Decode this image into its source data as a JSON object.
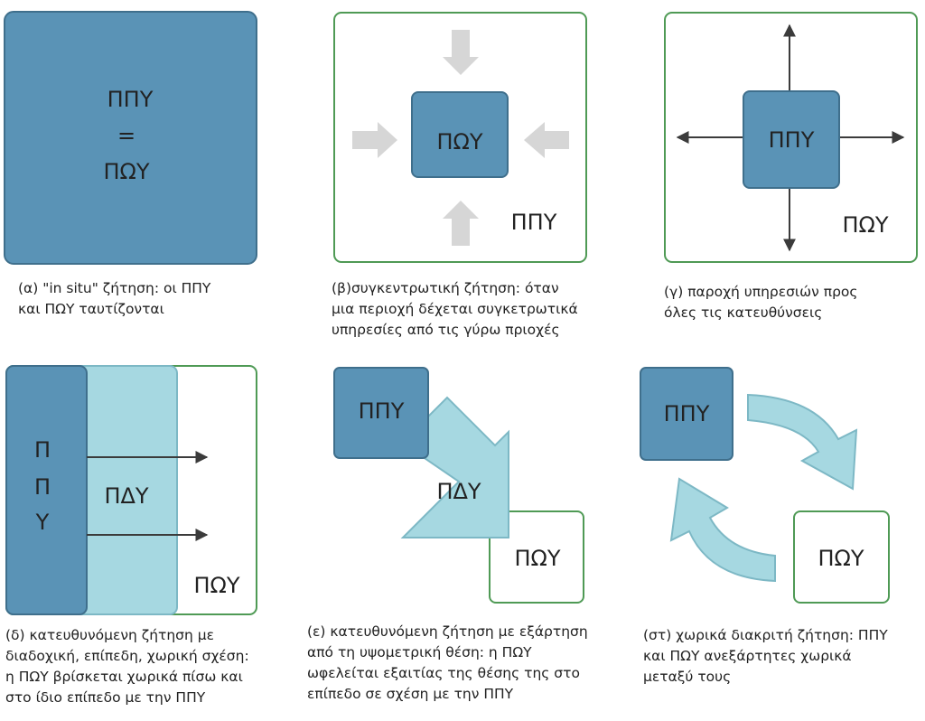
{
  "colors": {
    "dark_blue": "#5a93b6",
    "dark_blue_stroke": "#3f6f8c",
    "light_blue": "#a6d8e1",
    "light_blue_stroke": "#7db8c5",
    "frame_green": "#4f9a55",
    "gray_arrow": "#d6d6d6",
    "dark_arrow": "#3b3b3b"
  },
  "panels": {
    "a": {
      "label_top": "ΠΠΥ",
      "label_mid": "=",
      "label_bottom": "ΠΩΥ",
      "caption": "(α) \"in situ\" ζήτηση: οι ΠΠΥ\nκαι ΠΩΥ ταυτίζονται"
    },
    "b": {
      "inner_label": "ΠΩΥ",
      "outer_label": "ΠΠΥ",
      "caption": "(β)συγκεντρωτική ζήτηση: όταν\nμια περιοχή δέχεται συγκετρωτικά\nυπηρεσίες από τις γύρω πριοχές"
    },
    "c": {
      "inner_label": "ΠΠΥ",
      "outer_label": "ΠΩΥ",
      "caption": "(γ) παροχή υπηρεσιών προς\nόλες τις κατευθύνσεις"
    },
    "d": {
      "ppy_1": "Π",
      "ppy_2": "Π",
      "ppy_3": "Υ",
      "pdy_label": "ΠΔΥ",
      "pwy_label": "ΠΩΥ",
      "caption": "(δ) κατευθυνόμενη ζήτηση με\nδιαδοχική, επίπεδη, χωρική σχέση:\nη ΠΩΥ βρίσκεται χωρικά πίσω και\nστο ίδιο επίπεδο με την ΠΠΥ"
    },
    "e": {
      "ppy_label": "ΠΠΥ",
      "pdy_label": "ΠΔΥ",
      "pwy_label": "ΠΩΥ",
      "caption": "(ε) κατευθυνόμενη ζήτηση με εξάρτηση\nαπό τη υψομετρική θέση: η ΠΩΥ\nωφελείται εξαιτίας της θέσης της στο\nεπίπεδο σε σχέση με την ΠΠΥ"
    },
    "f": {
      "ppy_label": "ΠΠΥ",
      "pwy_label": "ΠΩΥ",
      "caption": "(στ) χωρικά διακριτή ζήτηση: ΠΠΥ\nκαι ΠΩΥ ανεξάρτητες χωρικά\nμεταξύ τους"
    }
  }
}
